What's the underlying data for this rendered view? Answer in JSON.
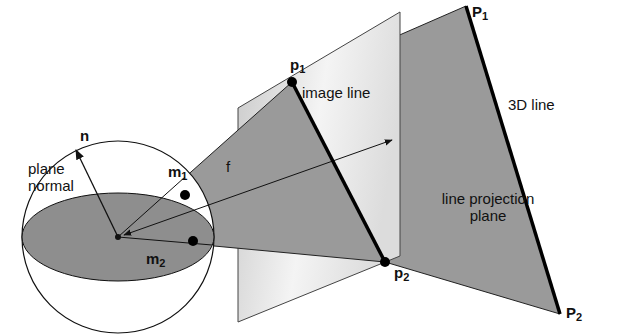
{
  "diagram": {
    "labels": [
      "n",
      "plane normal",
      "m1",
      "m2",
      "f",
      "p1",
      "image line",
      "p2",
      "P1",
      "3D line",
      "line projection plane",
      "P2"
    ]
  }
}
